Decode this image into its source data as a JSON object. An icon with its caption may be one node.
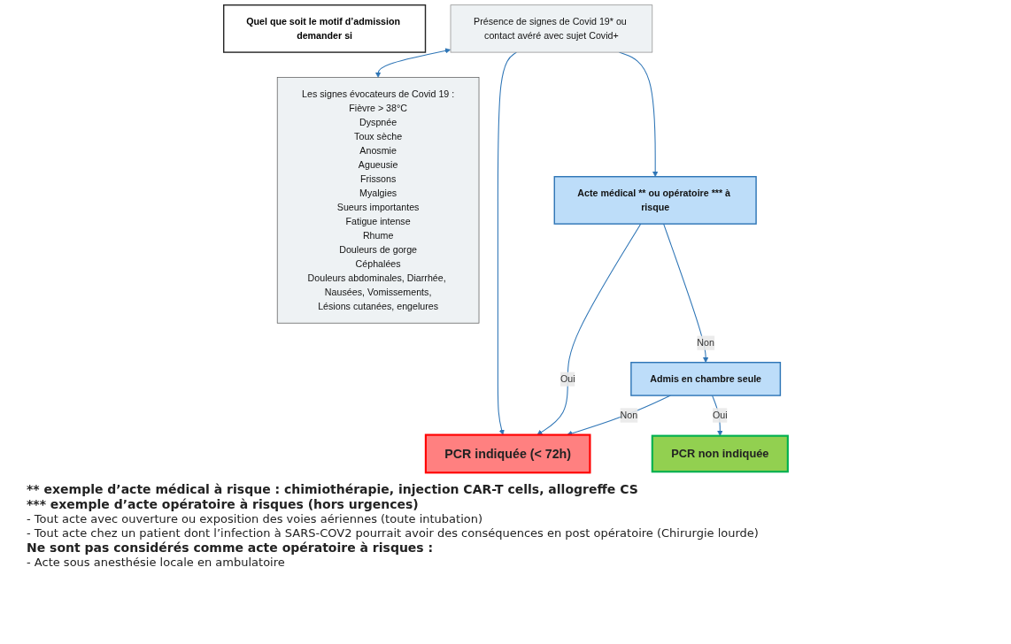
{
  "diagram": {
    "nodes": [
      {
        "text": [
          "Quel que soit le motif d’admission demander si"
        ]
      },
      {
        "text": [
          "Présence de signes de Covid 19* ou contact avéré avec sujet Covid+"
        ]
      },
      {
        "text": [
          "Les signes évocateurs de Covid 19 :",
          "Fièvre > 38°C",
          "Dyspnée",
          "Toux sèche",
          "Anosmie",
          "Agueusie",
          "Frissons",
          "Myalgies",
          "Sueurs importantes",
          "Fatigue intense",
          "Rhume",
          "Douleurs de gorge",
          "Céphalées",
          "Douleurs abdominales, Diarrhée, Nausées, Vomissements,",
          "Lésions cutanées, engelures"
        ]
      },
      {
        "text": [
          "Acte médical ** ou opératoire *** à risque"
        ]
      },
      {
        "text": [
          "PCR indiquée (< 72h)"
        ]
      },
      {
        "text": [
          "Admis en chambre seule"
        ]
      },
      {
        "text": [
          "PCR non indiquée"
        ]
      }
    ],
    "edges": [
      {
        "from": 1,
        "to": 2,
        "arrow": "both"
      },
      {
        "from": 1,
        "to": 3,
        "arrow": "to"
      },
      {
        "from": 1,
        "to": 4,
        "arrow": "to"
      },
      {
        "from": 3,
        "to": 4,
        "label": "Oui",
        "arrow": "to"
      },
      {
        "from": 3,
        "to": 5,
        "label": "Non",
        "arrow": "to"
      },
      {
        "from": 5,
        "to": 4,
        "label": "Non",
        "arrow": "to"
      },
      {
        "from": 5,
        "to": 6,
        "label": "Oui",
        "arrow": "to"
      }
    ],
    "labels": [
      "** exemple d’acte médical à risque : chimiothérapie, injection CAR-T cells, allogreffe CS",
      "*** exemple d’acte opératoire à risques (hors urgences)",
      "- Tout acte avec ouverture ou exposition des voies aériennes (toute intubation)",
      "- Tout acte chez un patient dont l’infection à SARS-COV2 pourrait avoir des conséquences en post opératoire (Chirurgie lourde)",
      "Ne sont pas considérés comme acte opératoire à risques :",
      "- Acte sous anesthésie locale en ambulatoire"
    ]
  }
}
